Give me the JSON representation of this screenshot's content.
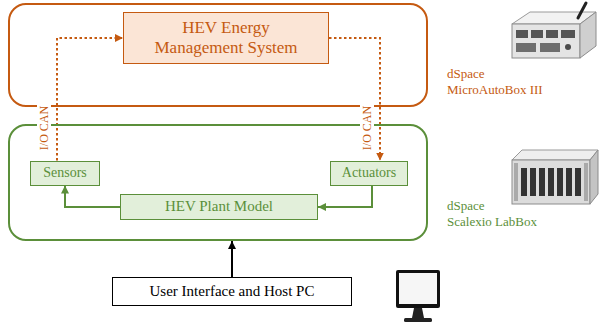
{
  "diagram": {
    "nodes": [
      {
        "text": [
          "dSpace MicroAutoBox III"
        ]
      },
      {
        "text": [
          "HEV Energy Management System"
        ],
        "in": 0
      },
      {
        "text": [
          "dSpace Scalexio LabBox"
        ]
      },
      {
        "text": [
          "Sensors"
        ],
        "in": 2
      },
      {
        "text": [
          "Actuators"
        ],
        "in": 2
      },
      {
        "text": [
          "HEV Plant Model"
        ],
        "in": 2
      },
      {
        "text": [
          "User Interface and Host PC"
        ]
      }
    ],
    "edges": [
      {
        "from": 3,
        "to": 1,
        "arrow": "to",
        "label": "I/O CAN"
      },
      {
        "from": 1,
        "to": 4,
        "arrow": "to",
        "label": "I/O CAN"
      },
      {
        "from": 5,
        "to": 3,
        "arrow": "to"
      },
      {
        "from": 4,
        "to": 5,
        "arrow": "to"
      },
      {
        "from": 6,
        "to": 2,
        "arrow": "to"
      }
    ]
  }
}
